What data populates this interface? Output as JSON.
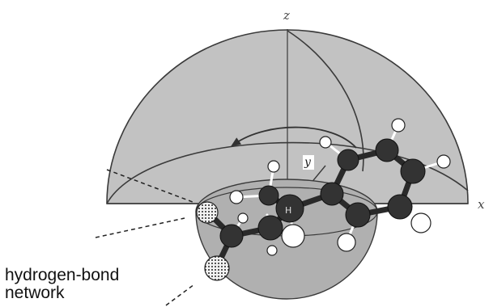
{
  "axes": {
    "z": "z",
    "x": "x",
    "y": "y"
  },
  "callout": {
    "line1": "hydrogen-bond",
    "line2": "network"
  },
  "colors": {
    "hemisphere_fill": "#bdbdbd",
    "hemisphere_stroke": "#3a3a3a",
    "small_sphere_fill": "#adadad",
    "dark_atom": "#333333",
    "light_atom": "#ffffff",
    "dotted_atom": "#e8e8e8"
  }
}
